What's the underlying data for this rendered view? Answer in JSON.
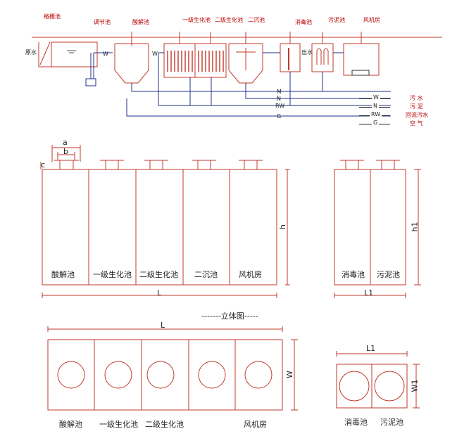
{
  "flow": {
    "tanks": [
      "格栅池",
      "调节池",
      "酸解池",
      "一级生化池",
      "二级生化池",
      "二沉池",
      "消毒池",
      "污泥池",
      "风机房"
    ],
    "inlet": "原水",
    "outlet": "出水",
    "pipe_markers": [
      "W",
      "W",
      "M",
      "N",
      "RW",
      "G"
    ]
  },
  "legend": [
    {
      "code": "W",
      "name": "污  水"
    },
    {
      "code": "N",
      "name": "污  泥"
    },
    {
      "code": "RW",
      "name": "回流污水"
    },
    {
      "code": "G",
      "name": "空  气"
    }
  ],
  "elevation_main": {
    "compartments": [
      "酸解池",
      "一级生化池",
      "二级生化池",
      "二沉池",
      "风机房"
    ],
    "dim_a": "a",
    "dim_b": "b",
    "dim_c": "c",
    "dim_h": "h",
    "dim_L": "L"
  },
  "elevation_small": {
    "compartments": [
      "消毒池",
      "污泥池"
    ],
    "dim_h1": "h1",
    "dim_L1": "L1"
  },
  "caption": "-------立体图-----",
  "plan_main": {
    "labels": [
      "酸解池",
      "一级生化池",
      "二级生化池",
      "",
      "风机房"
    ],
    "dim_L": "L",
    "dim_W": "W"
  },
  "plan_small": {
    "labels": [
      "消毒池",
      "污泥池"
    ],
    "dim_L1": "L1",
    "dim_W1": "W1"
  },
  "colors": {
    "frame": "#c0392b",
    "pipe": "#1f2f8a",
    "text": "#222222"
  }
}
